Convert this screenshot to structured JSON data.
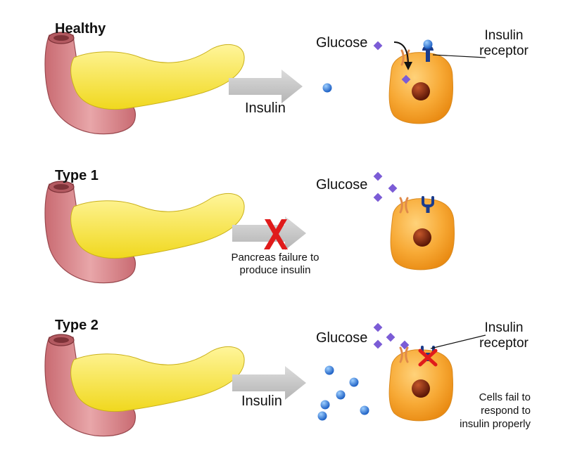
{
  "panels": {
    "healthy": {
      "title": "Healthy",
      "arrow_label": "Insulin",
      "glucose_label": "Glucose",
      "receptor_label_line1": "Insulin",
      "receptor_label_line2": "receptor"
    },
    "type1": {
      "title": "Type 1",
      "glucose_label": "Glucose",
      "failure_line1": "Pancreas failure to",
      "failure_line2": "produce insulin"
    },
    "type2": {
      "title": "Type 2",
      "arrow_label": "Insulin",
      "glucose_label": "Glucose",
      "receptor_label_line1": "Insulin",
      "receptor_label_line2": "receptor",
      "cells_line1": "Cells fail to",
      "cells_line2": "respond to",
      "cells_line3": "insulin properly"
    }
  },
  "colors": {
    "pancreas": "#f2e23a",
    "duodenum": "#d98a8e",
    "cell": "#f5a623",
    "nucleus": "#8b2a0b",
    "insulin": "#2f7fe0",
    "glucose": "#7b5cd6",
    "arrow": "#c8c8c8",
    "failure_x": "#e01b1b",
    "receptor": "#1b3c8c",
    "transporter": "#e08a4a"
  }
}
